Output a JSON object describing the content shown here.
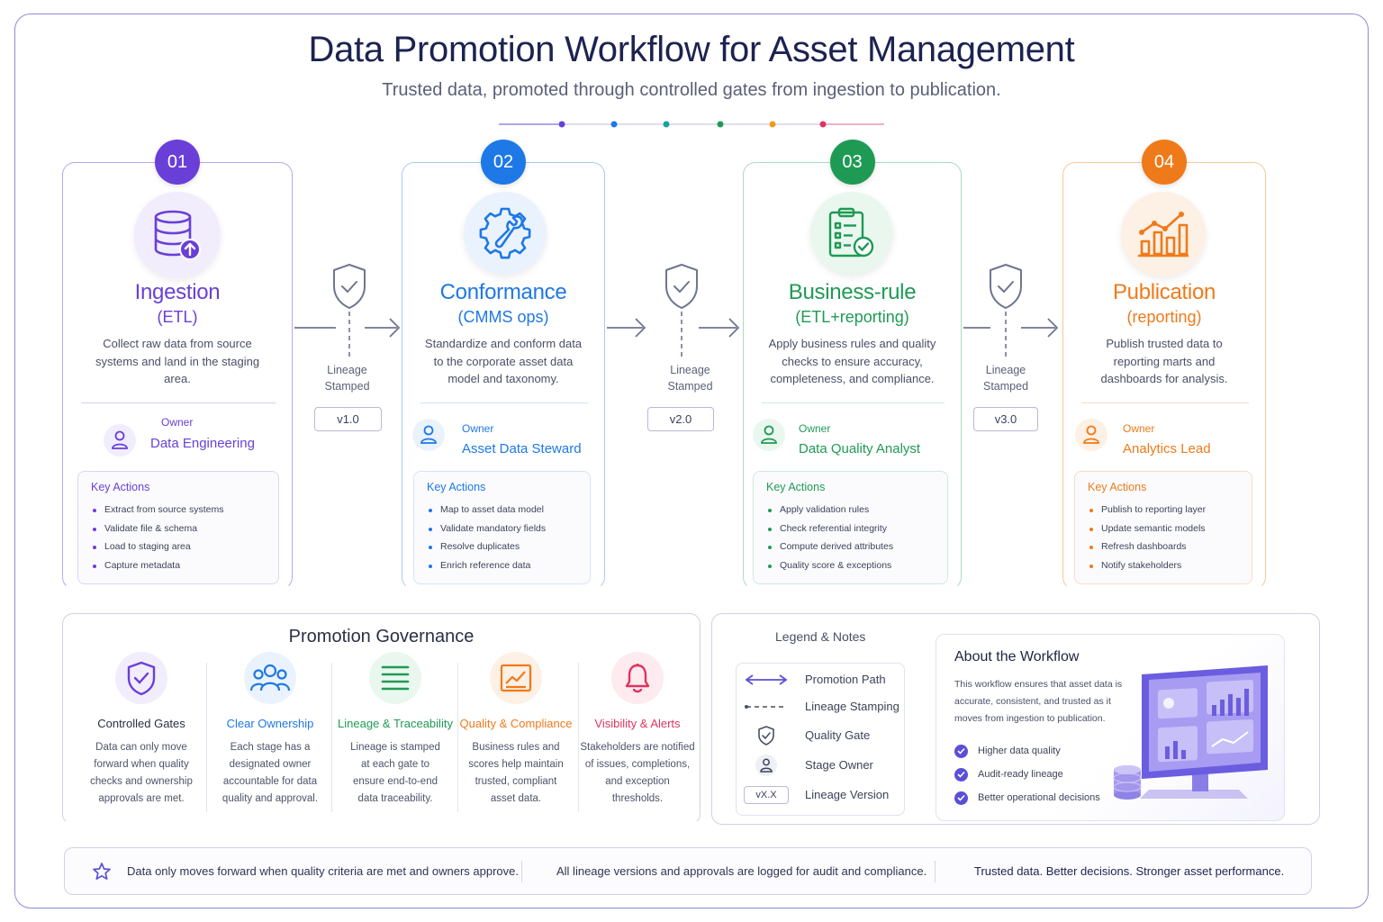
{
  "header": {
    "title": "Data Promotion Workflow for Asset Management",
    "subtitle": "Trusted data, promoted through controlled gates from ingestion to publication."
  },
  "colors": {
    "ingestion": "#6a3fd8",
    "conformance": "#1e78e6",
    "business_rule": "#1f9a55",
    "publication": "#ef7a1a"
  },
  "stages": [
    {
      "number": "01",
      "name": "Ingestion",
      "sub": "(ETL)",
      "icon": "database-upload-icon",
      "description": "Collect raw data from source systems and land in the staging area.",
      "owner_label": "Owner",
      "owner": "Data Engineering",
      "key_actions_title": "Key Actions",
      "actions": [
        "Extract from source systems",
        "Validate file & schema",
        "Load to staging area",
        "Capture metadata"
      ]
    },
    {
      "number": "02",
      "name": "Conformance",
      "sub": "(CMMS ops)",
      "icon": "gear-wrench-icon",
      "description": "Standardize and conform data to the corporate asset data model and taxonomy.",
      "owner_label": "Owner",
      "owner": "Asset Data Steward",
      "key_actions_title": "Key Actions",
      "actions": [
        "Map to asset data model",
        "Validate mandatory fields",
        "Resolve duplicates",
        "Enrich reference data"
      ]
    },
    {
      "number": "03",
      "name": "Business-rule",
      "sub": "(ETL+reporting)",
      "icon": "clipboard-check-icon",
      "description": "Apply business rules and quality checks to ensure accuracy, completeness, and compliance.",
      "owner_label": "Owner",
      "owner": "Data Quality Analyst",
      "key_actions_title": "Key Actions",
      "actions": [
        "Apply validation rules",
        "Check referential integrity",
        "Compute derived attributes",
        "Quality score & exceptions"
      ]
    },
    {
      "number": "04",
      "name": "Publication",
      "sub": "(reporting)",
      "icon": "bar-chart-trend-icon",
      "description": "Publish trusted data to reporting marts and dashboards for analysis.",
      "owner_label": "Owner",
      "owner": "Analytics Lead",
      "key_actions_title": "Key Actions",
      "actions": [
        "Publish to reporting layer",
        "Update semantic models",
        "Refresh dashboards",
        "Notify stakeholders"
      ]
    }
  ],
  "connectors": [
    {
      "label1": "Lineage",
      "label2": "Stamped",
      "version": "v1.0"
    },
    {
      "label1": "Lineage",
      "label2": "Stamped",
      "version": "v2.0"
    },
    {
      "label1": "Lineage",
      "label2": "Stamped",
      "version": "v3.0"
    }
  ],
  "governance": {
    "title": "Promotion Governance",
    "items": [
      {
        "name": "Controlled Gates",
        "icon": "shield-check-icon",
        "color": "#2a2f45",
        "accent": "#6a3fd8",
        "desc": "Data can only move forward when quality checks and ownership approvals are met."
      },
      {
        "name": "Clear Ownership",
        "icon": "users-icon",
        "color": "#1e78e6",
        "accent": "#1e78e6",
        "desc": "Each stage has a designated owner accountable for data quality and approval."
      },
      {
        "name": "Lineage & Traceability",
        "icon": "list-lines-icon",
        "color": "#1f9a55",
        "accent": "#1f9a55",
        "desc": "Lineage is stamped at each gate to ensure end-to-end data traceability."
      },
      {
        "name": "Quality & Compliance",
        "icon": "chart-frame-icon",
        "color": "#ef7a1a",
        "accent": "#ef7a1a",
        "desc": "Business rules and scores help maintain trusted, compliant asset data."
      },
      {
        "name": "Visibility & Alerts",
        "icon": "bell-icon",
        "color": "#e0335f",
        "accent": "#e0335f",
        "desc": "Stakeholders are notified of issues, completions, and exception thresholds."
      }
    ]
  },
  "legend": {
    "title": "Legend & Notes",
    "items": [
      {
        "symbol": "double-arrow-icon",
        "label": "Promotion Path"
      },
      {
        "symbol": "dashed-line-icon",
        "label": "Lineage Stamping"
      },
      {
        "symbol": "shield-check-icon",
        "label": "Quality Gate"
      },
      {
        "symbol": "person-icon",
        "label": "Stage Owner"
      },
      {
        "symbol": "version-tag",
        "tag": "vX.X",
        "label": "Lineage Version"
      }
    ]
  },
  "about": {
    "title": "About the Workflow",
    "description": "This workflow ensures that asset data is accurate, consistent, and trusted as it moves from ingestion to publication.",
    "points": [
      "Higher data quality",
      "Audit-ready lineage",
      "Better operational decisions"
    ],
    "illustration": "dashboard-monitor-database-illustration"
  },
  "footer": {
    "items": [
      "Data only moves forward when quality criteria are met and owners approve.",
      "All lineage versions and approvals are logged for audit and compliance.",
      "Trusted data. Better decisions. Stronger asset performance."
    ]
  }
}
